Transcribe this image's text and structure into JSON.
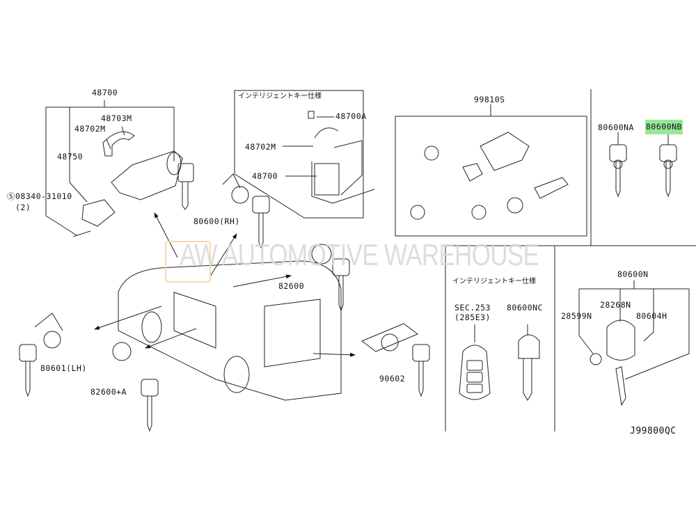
{
  "diagram_code": "J99800QC",
  "watermark": {
    "logo": "AW",
    "text": "AUTOMOTIVE WAREHOUSE"
  },
  "highlight_color": "#98e698",
  "sections": {
    "ignition": {
      "assembly": "48700",
      "parts": [
        "48703M",
        "48702M",
        "48750",
        "08340-31010",
        "(2)"
      ]
    },
    "intelligent_key_inset": {
      "title": "インテリジェントキー仕様",
      "parts": [
        "48700A",
        "48702M",
        "48700"
      ]
    },
    "lock_set": {
      "assembly": "99810S"
    },
    "keys": {
      "blank_a": "80600NA",
      "blank_b": "80600NB",
      "selected": "80600NB"
    },
    "intelligent_key_box": {
      "title": "インテリジェントキー仕様",
      "sec_ref": "SEC.253",
      "sec_sub": "(285E3)",
      "emergency_key": "80600NC"
    },
    "remote_key": {
      "assembly": "80600N",
      "parts": [
        "28268N",
        "28599N",
        "80604H"
      ]
    },
    "vehicle": {
      "parts": [
        "80600(RH)",
        "82600",
        "80601(LH)",
        "82600+A",
        "90602"
      ]
    }
  }
}
